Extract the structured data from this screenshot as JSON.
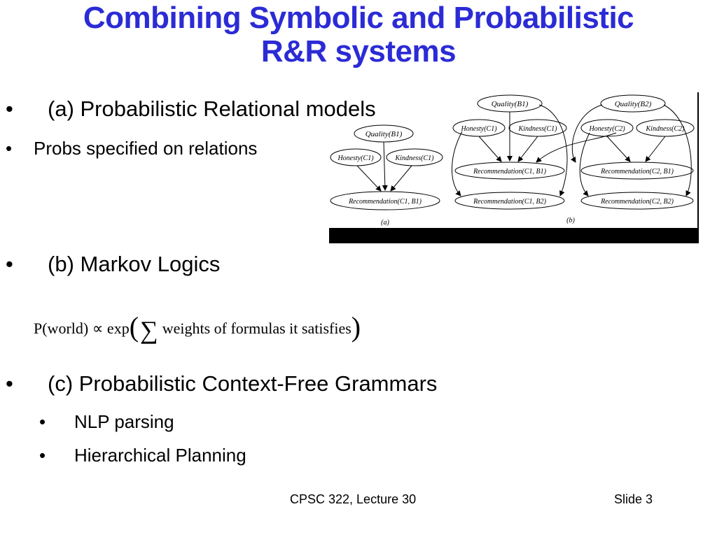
{
  "title": {
    "line1": "Combining Symbolic and Probabilistic",
    "line2": "R&R systems"
  },
  "bullets": {
    "a": "(a) Probabilistic Relational models",
    "a_sub": "Probs specified on relations",
    "b": "(b) Markov Logics",
    "c": "(c) Probabilistic Context-Free Grammars",
    "c_sub1": "NLP parsing",
    "c_sub2": "Hierarchical Planning",
    "glyph": "•"
  },
  "formula": {
    "lhs": "P(world) ∝ exp",
    "open": "(",
    "sigma": "∑",
    "text": "weights of formulas it satisfies",
    "close": ")"
  },
  "figure": {
    "a": {
      "quality": "Quality(B1)",
      "honesty": "Honesty(C1)",
      "kindness": "Kindness(C1)",
      "rec": "Recommendation(C1, B1)",
      "caption": "(a)"
    },
    "b": {
      "quality1": "Quality(B1)",
      "quality2": "Quality(B2)",
      "honesty1": "Honesty(C1)",
      "kindness1": "Kindness(C1)",
      "honesty2": "Honesty(C2)",
      "kindness2": "Kindness(C2)",
      "rec11": "Recommendation(C1, B1)",
      "rec21": "Recommendation(C2, B1)",
      "rec12": "Recommendation(C1, B2)",
      "rec22": "Recommendation(C2, B2)",
      "caption": "(b)"
    }
  },
  "footer": {
    "course": "CPSC 322, Lecture 30",
    "slide": "Slide 3"
  }
}
